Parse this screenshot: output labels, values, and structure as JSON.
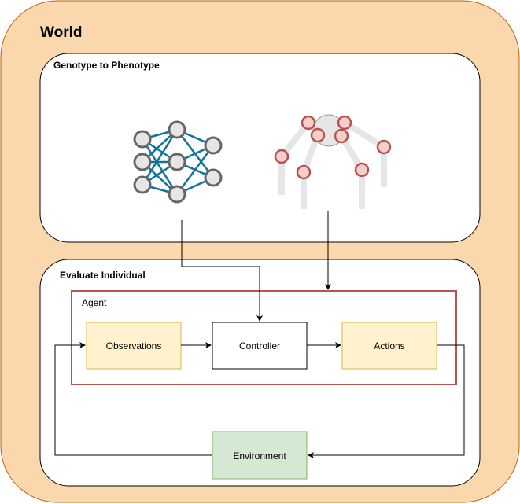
{
  "world": {
    "title": "World"
  },
  "genotype_panel": {
    "title": "Genotype to Phenotype"
  },
  "evaluate_panel": {
    "title": "Evaluate Individual"
  },
  "agent": {
    "label": "Agent",
    "observations": "Observations",
    "controller": "Controller",
    "actions": "Actions"
  },
  "environment": {
    "label": "Environment"
  },
  "icons": {
    "network": "neural-network-icon",
    "morphology": "robot-morphology-icon"
  },
  "colors": {
    "world_fill": "#fad7ac",
    "world_stroke": "#b46504",
    "agent_stroke": "#b85450",
    "observations_fill": "#fff2cc",
    "observations_stroke": "#d6b656",
    "environment_fill": "#d5e8d4",
    "environment_stroke": "#82b366",
    "network_edge": "#10739e",
    "node_fill": "#e6e6e6",
    "node_stroke": "#666666",
    "joint_fill": "#f8cecc",
    "joint_stroke": "#b85450",
    "limb": "#e6e6e6"
  }
}
